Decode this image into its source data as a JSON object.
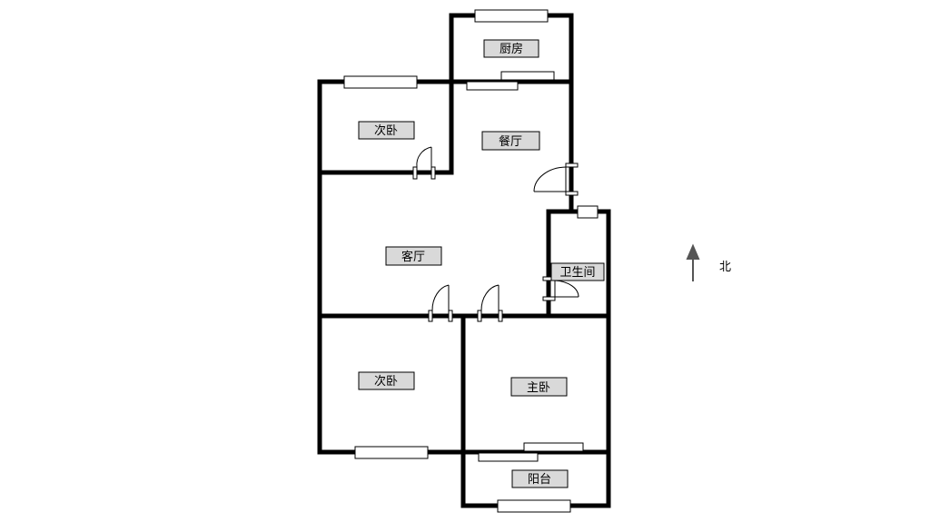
{
  "rooms": {
    "kitchen": "厨房",
    "bedroom_nw": "次卧",
    "dining": "餐厅",
    "living": "客厅",
    "bathroom": "卫生间",
    "bedroom_sw": "次卧",
    "master": "主卧",
    "balcony": "阳台"
  },
  "compass": {
    "label": "北",
    "icon": "north-arrow-icon"
  },
  "colors": {
    "wall": "#000000",
    "label_bg": "#d9d9d9",
    "arrow": "#555555"
  }
}
